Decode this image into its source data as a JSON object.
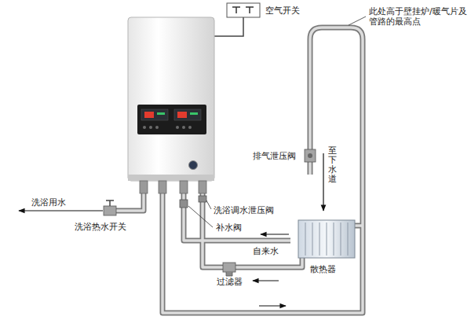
{
  "diagram": {
    "labels": [
      "空气开关",
      "此处高于壁挂炉/暖气片及管路的最高点",
      "排气泄压阀",
      "至下水道",
      "洗浴用水",
      "洗浴热水开关",
      "洗浴调水泄压阀",
      "补水阀",
      "自来水",
      "过滤器",
      "散热器"
    ]
  }
}
